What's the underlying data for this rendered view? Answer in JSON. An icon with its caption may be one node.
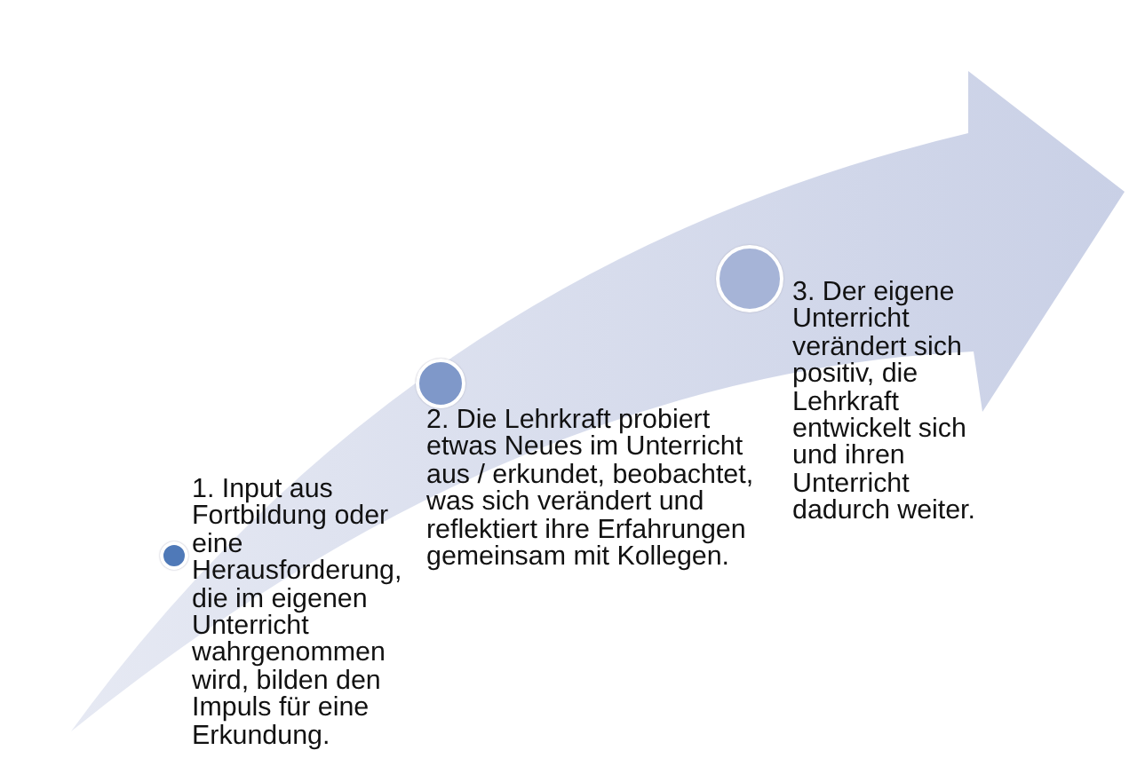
{
  "diagram": {
    "nodes": [
      {
        "text": [],
        "shape": "circle",
        "beside": [
          "1. Input aus Fortbildung oder eine Herausforderung, die im eigenen Unterricht wahrgenommen wird, bilden den Impuls für eine Erkundung."
        ]
      },
      {
        "text": [],
        "shape": "circle",
        "beside": [
          "2. Die Lehrkraft probiert etwas Neues im Unterricht aus / erkundet, beobachtet, was sich verändert und reflektiert ihre Erfahrungen gemeinsam mit Kollegen."
        ]
      },
      {
        "text": [],
        "shape": "circle",
        "beside": [
          "3. Der eigene Unterricht verändert sich positiv, die Lehrkraft entwickelt sich und ihren Unterricht dadurch weiter."
        ]
      }
    ]
  }
}
